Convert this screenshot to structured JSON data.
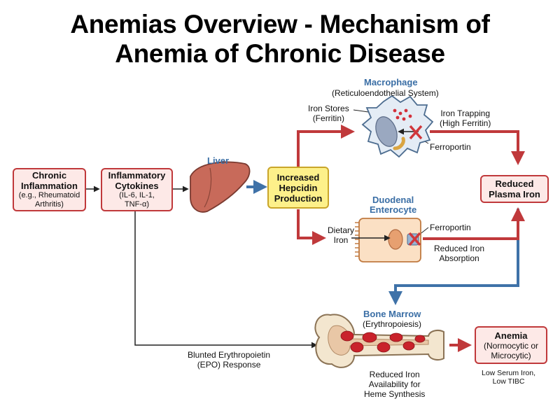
{
  "title": {
    "line1": "Anemias Overview - Mechanism of",
    "line2": "Anemia of Chronic Disease"
  },
  "nodes": {
    "chronic_inflammation": {
      "title": "Chronic Inflammation",
      "title1": "Chronic",
      "title2": "Inflammation",
      "sub1": "(e.g., Rheumatoid",
      "sub2": "Arthritis)"
    },
    "cytokines": {
      "title1": "Inflammatory",
      "title2": "Cytokines",
      "sub1": "(IL-6, IL-1,",
      "sub2": "TNF-α)"
    },
    "liver": {
      "label": "Liver"
    },
    "hepcidin": {
      "line1": "Increased",
      "line2": "Hepcidin",
      "line3": "Production"
    },
    "macrophage": {
      "label": "Macrophage",
      "sub": "(Reticuloendothelial System)"
    },
    "iron_stores": {
      "line1": "Iron Stores",
      "line2": "(Ferritin)"
    },
    "iron_trapping": {
      "line1": "Iron Trapping",
      "line2": "(High Ferritin)"
    },
    "ferroportin_mac": {
      "label": "Ferroportin"
    },
    "reduced_plasma_iron": {
      "line1": "Reduced",
      "line2": "Plasma Iron"
    },
    "enterocyte": {
      "line1": "Duodenal",
      "line2": "Enterocyte"
    },
    "dietary_iron": {
      "line1": "Dietary",
      "line2": "Iron"
    },
    "ferroportin_ent": {
      "label": "Ferroportin"
    },
    "reduced_absorption": {
      "line1": "Reduced Iron",
      "line2": "Absorption"
    },
    "bone_marrow": {
      "label": "Bone Marrow",
      "sub": "(Erythropoiesis)"
    },
    "epo": {
      "line1": "Blunted Erythropoietin",
      "line2": "(EPO) Response"
    },
    "reduced_availability": {
      "line1": "Reduced Iron",
      "line2": "Availability for",
      "line3": "Heme Synthesis"
    },
    "anemia": {
      "title": "Anemia",
      "sub1": "(Normocytic or",
      "sub2": "Microcytic)",
      "note1": "Low Serum Iron,",
      "note2": "Low TIBC"
    }
  },
  "colors": {
    "box_border": "#c0393b",
    "box_fill": "#fde9e7",
    "highlight_fill": "#fdf08a",
    "arrow_red": "#c0393b",
    "arrow_blue": "#3f72a8",
    "heading_blue": "#3a6ea5"
  },
  "icons": [
    "liver-icon",
    "macrophage-icon",
    "enterocyte-icon",
    "bone-icon",
    "cross-icon"
  ]
}
